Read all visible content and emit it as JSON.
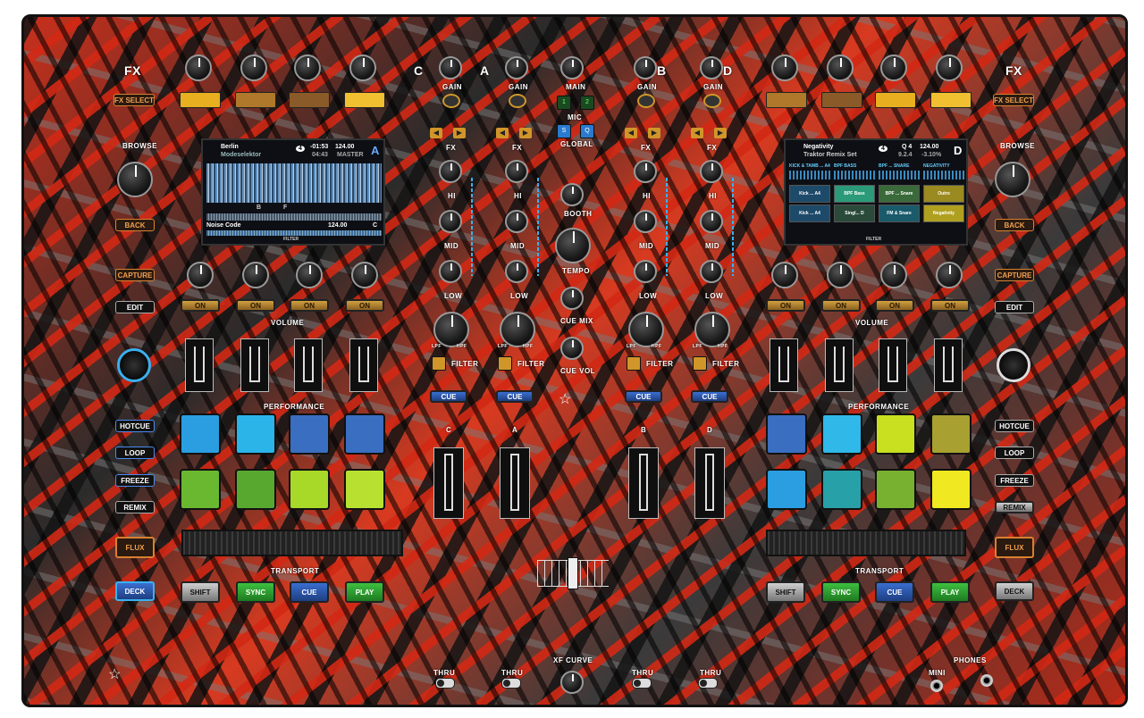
{
  "fx": {
    "left_label": "FX",
    "right_label": "FX",
    "select_label": "FX SELECT"
  },
  "browse": {
    "label": "BROWSE",
    "back_label": "BACK"
  },
  "left_screen": {
    "track_title": "Berlin",
    "artist": "Modeselektor",
    "deck_num": "4",
    "remaining": "-01:53",
    "total": "04:43",
    "bpm": "124.00",
    "master": "MASTER",
    "deck_letter": "A",
    "beat_a": "B",
    "beat_b": "F",
    "next_track": "Noise Code",
    "next_bpm": "124.00",
    "next_letter": "C",
    "filter": "FILTER"
  },
  "right_screen": {
    "track_title": "Negativity",
    "subtitle": "Traktor Remix Set",
    "deck_num": "4",
    "quant": "Q 4",
    "pos": "9.2.4",
    "bpm": "124.00",
    "pitch": "-3.10%",
    "deck_letter": "D",
    "slot_labels": [
      "KICK & TAMB ... A4",
      "BPF BASS",
      "BPF ... SNARE",
      "NEGATIVITY"
    ],
    "cells": [
      "Kick ... A4",
      "BPF Bass",
      "BPF ... Snare",
      "Outro",
      "Kick ... A4",
      "Singl... D",
      "FM & Snare",
      "Negativity"
    ],
    "filter": "FILTER"
  },
  "left_controls": {
    "capture": "CAPTURE",
    "edit": "EDIT",
    "hotcue": "HOTCUE",
    "loop": "LOOP",
    "freeze": "FREEZE",
    "remix": "REMIX",
    "flux": "FLUX",
    "deck": "DECK"
  },
  "right_controls": {
    "capture": "CAPTURE",
    "edit": "EDIT",
    "hotcue": "HOTCUE",
    "loop": "LOOP",
    "freeze": "FREEZE",
    "remix": "REMIX",
    "flux": "FLUX",
    "deck": "DECK"
  },
  "sections": {
    "volume": "VOLUME",
    "performance": "PERFORMANCE",
    "transport": "TRANSPORT"
  },
  "on_label": "ON",
  "transport": {
    "shift": "SHIFT",
    "sync": "SYNC",
    "cue": "CUE",
    "play": "PLAY"
  },
  "mixer": {
    "channels": [
      "C",
      "A",
      "B",
      "D"
    ],
    "gain": "GAIN",
    "fx": "FX",
    "hi": "HI",
    "mid": "MID",
    "low": "LOW",
    "lpf": "LPF",
    "hpf": "HPF",
    "filter": "FILTER",
    "cue": "CUE",
    "main": "MAIN",
    "mic": "MIC",
    "global": "GLOBAL",
    "booth": "BOOTH",
    "tempo": "TEMPO",
    "cue_mix": "CUE MIX",
    "cue_vol": "CUE VOL",
    "mic_btn_1": "1",
    "mic_btn_2": "2",
    "s": "S",
    "q": "Q",
    "thru": "THRU",
    "xf_curve": "XF CURVE",
    "phones": "PHONES",
    "mini": "MINI"
  },
  "colors": {
    "fx_bars": [
      "#e8b020",
      "#b0782a",
      "#8a5a28",
      "#f0c030"
    ],
    "left_pads": [
      "#2a9ee0",
      "#2ab4e8",
      "#3a6ec0",
      "#3a6ec0",
      "#6ab830",
      "#58a830",
      "#a8d828",
      "#b8e030"
    ],
    "right_pads": [
      "#3a6ec0",
      "#30b8e8",
      "#c8e020",
      "#a8a030",
      "#2a9ee0",
      "#28a0a8",
      "#78b030",
      "#f0e820"
    ]
  }
}
